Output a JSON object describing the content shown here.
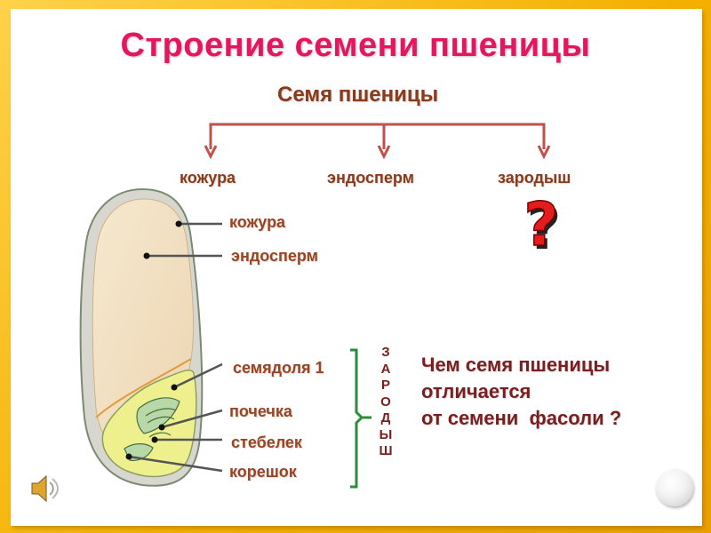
{
  "title": "Строение семени пшеницы",
  "subtitle": "Семя пшеницы",
  "categories": [
    "кожура",
    "эндосперм",
    "зародыш"
  ],
  "labels": {
    "skin": "кожура",
    "endosperm": "эндосперм",
    "cotyledon": "семядоля 1",
    "bud": "почечка",
    "stem": "стебелек",
    "root": "корешок"
  },
  "embryo_vertical": [
    "З",
    "А",
    "Р",
    "О",
    "Д",
    "Ы",
    "Ш"
  ],
  "question_lines": [
    "Чем семя пшеницы",
    "отличается",
    "от семени  фасоли ?"
  ],
  "question_mark": "?",
  "colors": {
    "title": "#e5155f",
    "arrows": "#c0504d",
    "bracket": "#2e8b3a",
    "seed_fill": "#f2e0c2",
    "embryo_fill": "#f0f098"
  },
  "icons": {
    "sound": "speaker-icon",
    "action": "circle-button-icon"
  }
}
